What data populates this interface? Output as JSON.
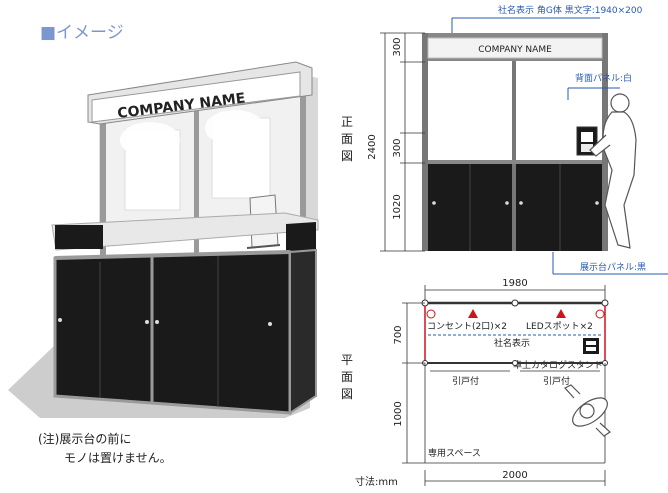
{
  "heading": "■イメージ",
  "colors": {
    "heading": "#7c97cf",
    "blue_label": "#2a5ab0",
    "red": "#d0121b",
    "panel_black": "#1a1a1a",
    "frame_gray": "#9a9a9a",
    "floor": "#cfcfcf"
  },
  "perspective": {
    "company_name": "COMPANY NAME",
    "note_line1": "(注)展示台の前に",
    "note_line2": "モノは置けません。"
  },
  "front_view": {
    "title": "正面図",
    "sign_label": "社名表示 角G体 黒文字:1940×200",
    "company_name": "COMPANY NAME",
    "back_panel_label": "背面パネル:白",
    "base_panel_label": "展示台パネル:黒",
    "dim_total": "2400",
    "dim_top": "300",
    "dim_mid": "300",
    "dim_base": "1020"
  },
  "plan_view": {
    "title": "平面図",
    "dim_width_top": "1980",
    "dim_width_bottom": "2000",
    "dim_depth": "700",
    "dim_space": "1000",
    "outlet_label": "コンセント(2口)×2",
    "led_label": "LEDスポット×2",
    "sign_label": "社名表示",
    "catalog_label": "卓上カタログスタンド",
    "sliding_door_1": "引戸付",
    "sliding_door_2": "引戸付",
    "space_label": "専用スペース",
    "units": "寸法:mm"
  }
}
